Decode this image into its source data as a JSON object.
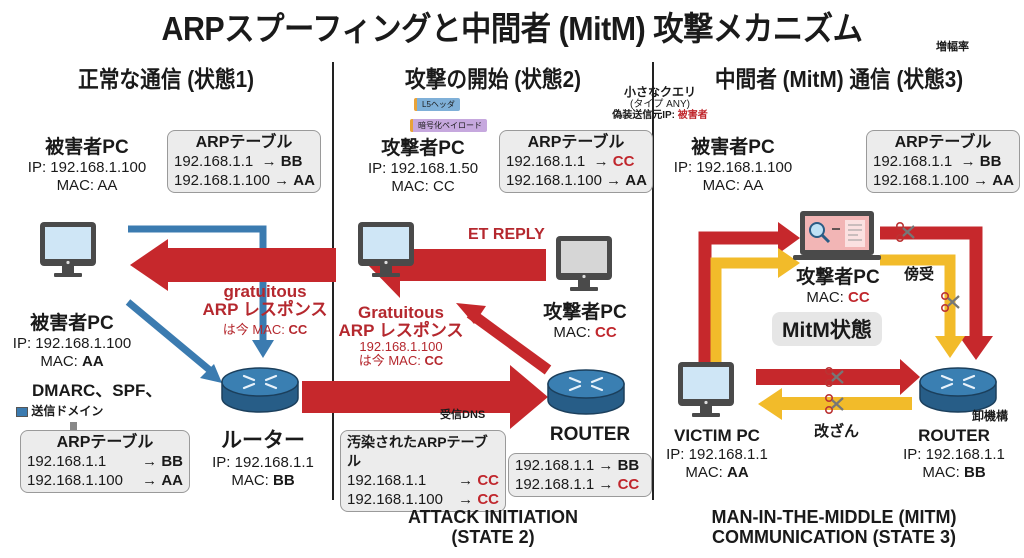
{
  "title": "ARPスプーフィングと中間者 (MitM) 攻撃メカニズム",
  "corner_label": "増幅率",
  "colors": {
    "red_arrow": "#c6282c",
    "blue_arrow": "#3b7bb0",
    "yellow_arrow": "#f2bb2a",
    "router": "#2f6f9f",
    "table_bg": "#ececec",
    "highlight_red": "#c0272d"
  },
  "sections": [
    {
      "heading": "正常な通信 (状態1)",
      "victim_top": {
        "title": "被害者PC",
        "ip": "IP: 192.168.1.100",
        "mac": "MAC: AA"
      },
      "arp_table_top": {
        "header": "ARPテーブル",
        "rows": [
          {
            "ip": "192.168.1.1",
            "arrow": "→",
            "mac": "BB"
          },
          {
            "ip": "192.168.1.100",
            "arrow": "→",
            "mac": "AA"
          }
        ]
      },
      "arrow_label": {
        "line1": "gratuitous",
        "line2": "ARP レスポンス",
        "line3_prefix": "は今 MAC: ",
        "line3_value": "CC"
      },
      "victim_bottom": {
        "title": "被害者PC",
        "ip": "IP: 192.168.1.100",
        "mac_prefix": "MAC: ",
        "mac_value": "AA"
      },
      "dmarc": {
        "line1": "DMARC、SPF、",
        "line2": "送信ドメイン"
      },
      "arp_table_bottom": {
        "header": "ARPテーブル",
        "rows": [
          {
            "ip": "192.168.1.1",
            "arrow": "→",
            "mac": "BB"
          },
          {
            "ip": "192.168.1.100",
            "arrow": "→",
            "mac": "AA"
          }
        ]
      },
      "router": {
        "title": "ルーター",
        "ip": "IP: 192.168.1.1",
        "mac_prefix": "MAC: ",
        "mac_value": "BB"
      }
    },
    {
      "heading": "攻撃の開始 (状態2)",
      "tags": [
        "L5ヘッダ",
        "暗号化ペイロード"
      ],
      "attacker_top": {
        "title": "攻撃者PC",
        "ip": "IP: 192.168.1.50",
        "mac": "MAC: CC"
      },
      "arp_table": {
        "header": "ARPテーブル",
        "rows": [
          {
            "ip": "192.168.1.1",
            "arrow": "→",
            "mac": "CC",
            "poisoned": true
          },
          {
            "ip": "192.168.1.100",
            "arrow": "→",
            "mac": "AA",
            "poisoned": false
          }
        ]
      },
      "reply_label": "ET REPLY",
      "attacker_right": {
        "title": "攻撃者PC",
        "mac_prefix": "MAC: ",
        "mac_value": "CC"
      },
      "arrow_label": {
        "line1": "Gratuitous",
        "line2": "ARP レスポンス",
        "line3": "192.168.1.100",
        "line4_prefix": "は今 MAC: ",
        "line4_value": "CC"
      },
      "dns_label": "受信DNS",
      "poisoned_table": {
        "header": "汚染されたARPテーブル",
        "rows": [
          {
            "ip": "192.168.1.1",
            "arrow": "→",
            "mac": "CC"
          },
          {
            "ip": "192.168.1.100",
            "arrow": "→",
            "mac": "CC"
          }
        ]
      },
      "router": {
        "title": "ROUTER"
      },
      "router_table": {
        "rows": [
          {
            "ip": "192.168.1.1",
            "arrow": "→",
            "mac": "BB",
            "poisoned": false
          },
          {
            "ip": "192.168.1.1",
            "arrow": "→",
            "mac": "CC",
            "poisoned": true
          }
        ]
      },
      "caption": {
        "line1": "ATTACK INITIATION",
        "line2": "(STATE 2)"
      }
    },
    {
      "heading": "中間者 (MitM) 通信 (状態3)",
      "query_note": {
        "line1": "小さなクエリ",
        "line2": "(タイプ ANY)",
        "line3_prefix": "偽装送信元IP: ",
        "line3_value": "被害者"
      },
      "victim_top": {
        "title": "被害者PC",
        "ip": "IP: 192.168.1.100",
        "mac": "MAC: AA"
      },
      "arp_table": {
        "header": "ARPテーブル",
        "rows": [
          {
            "ip": "192.168.1.1",
            "arrow": "→",
            "mac": "BB"
          },
          {
            "ip": "192.168.1.100",
            "arrow": "→",
            "mac": "AA"
          }
        ]
      },
      "attacker": {
        "title": "攻撃者PC",
        "mac_prefix": "MAC: ",
        "mac_value": "CC"
      },
      "sniff_label": "傍受",
      "state_badge": "MitM状態",
      "tamper_label": "改ざん",
      "mechanism_label": "卸機構",
      "victim": {
        "title": "VICTIM PC",
        "ip": "IP: 192.168.1.1",
        "mac_prefix": "MAC: ",
        "mac_value": "AA"
      },
      "router": {
        "title": "ROUTER",
        "ip": "IP: 192.168.1.1",
        "mac_prefix": "MAC: ",
        "mac_value": "BB"
      },
      "caption": {
        "line1": "MAN-IN-THE-MIDDLE (MITM)",
        "line2": "COMMUNICATION (STATE 3)"
      }
    }
  ]
}
